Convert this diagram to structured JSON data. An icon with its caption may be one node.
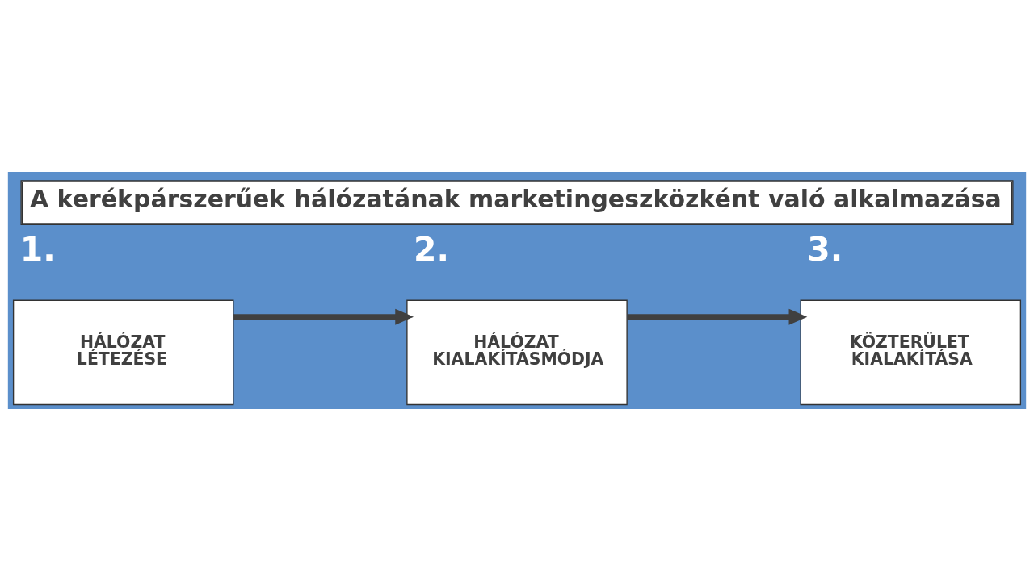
{
  "diagram": {
    "title": "A kerékpárszerűek hálózatának marketingeszközként való alkalmazása",
    "nodes": [
      {
        "text": [
          "HÁLÓZAT LÉTEZÉSE"
        ],
        "beside": [
          "1."
        ]
      },
      {
        "text": [
          "HÁLÓZAT KIALAKÍTÁSMÓDJA"
        ],
        "beside": [
          "2."
        ]
      },
      {
        "text": [
          "KÖZTERÜLET KIALAKÍTÁSA"
        ],
        "beside": [
          "3."
        ]
      }
    ],
    "edges": [
      {
        "from": 0,
        "to": 1,
        "arrow": "to"
      },
      {
        "from": 1,
        "to": 2,
        "arrow": "to"
      }
    ]
  }
}
